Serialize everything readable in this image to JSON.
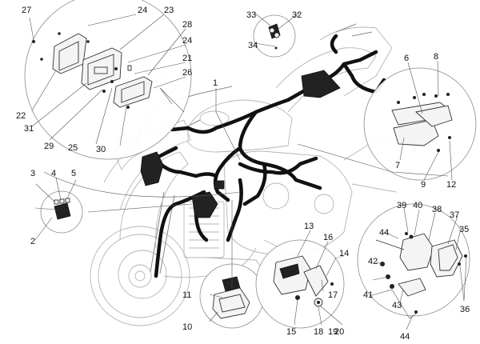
{
  "labels": {
    "l1": "1",
    "l2": "2",
    "l3": "3",
    "l4": "4",
    "l5": "5",
    "l6": "6",
    "l7": "7",
    "l8": "8",
    "l9": "9",
    "l10": "10",
    "l11": "11",
    "l12": "12",
    "l13": "13",
    "l14": "14",
    "l15": "15",
    "l16": "16",
    "l17": "17",
    "l18": "18",
    "l19": "19",
    "l20": "20",
    "l21": "21",
    "l22": "22",
    "l23": "23",
    "l24a": "24",
    "l24b": "24",
    "l25": "25",
    "l26": "26",
    "l27": "27",
    "l28": "28",
    "l29": "29",
    "l30": "30",
    "l31": "31",
    "l32": "32",
    "l33": "33",
    "l34": "34",
    "l35": "35",
    "l36": "36",
    "l37": "37",
    "l38": "38",
    "l39": "39",
    "l40": "40",
    "l41": "41",
    "l42": "42",
    "l43": "43",
    "l44a": "44",
    "l44b": "44"
  }
}
